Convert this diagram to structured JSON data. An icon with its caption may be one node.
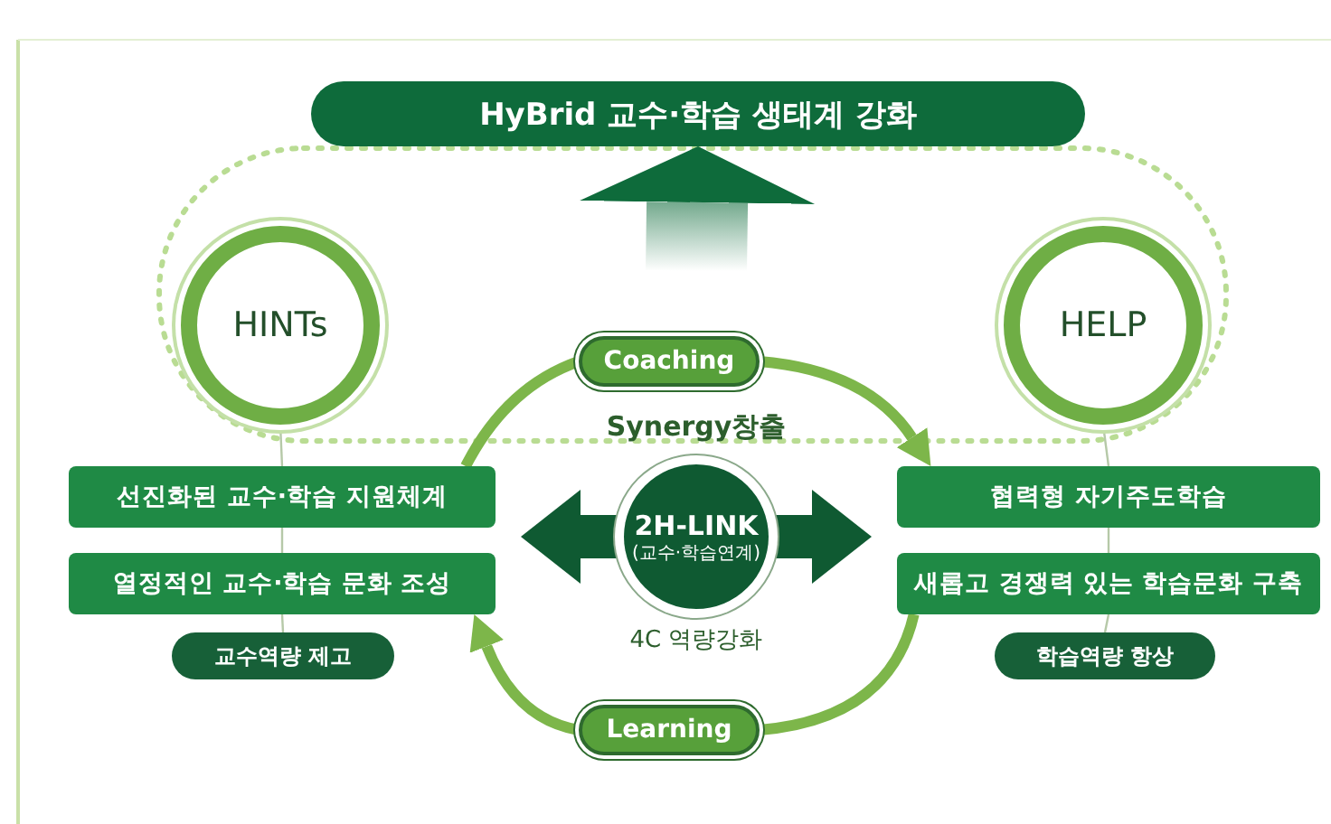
{
  "diagram": {
    "nodes": [
      {
        "text": [
          "HyBrid 교수·학습 생태계 강화"
        ]
      },
      {
        "text": [
          "HINTs"
        ]
      },
      {
        "text": [
          "HELP"
        ]
      },
      {
        "text": [
          "Coaching"
        ]
      },
      {
        "text": [
          "선진화된 교수·학습 지원체계"
        ]
      },
      {
        "text": [
          "열정적인 교수·학습 문화 조성"
        ]
      },
      {
        "text": [
          "교수역량 제고"
        ]
      },
      {
        "text": [
          "2H-LINK",
          "(교수·학습연계)"
        ],
        "beside": [
          "Synergy창출",
          "4C 역량강화"
        ]
      },
      {
        "text": [
          "협력형 자기주도학습"
        ]
      },
      {
        "text": [
          "새롭고 경쟁력 있는 학습문화 구축"
        ]
      },
      {
        "text": [
          "학습역량 항상"
        ]
      },
      {
        "text": [
          "Learning"
        ]
      }
    ],
    "edges": [
      {
        "from": 4,
        "to": 3,
        "arrow": "none",
        "style": "thick",
        "color": "#7db64a"
      },
      {
        "from": 3,
        "to": 8,
        "arrow": "to",
        "style": "thick",
        "color": "#7db64a"
      },
      {
        "from": 9,
        "to": 11,
        "arrow": "none",
        "style": "thick",
        "color": "#7db64a"
      },
      {
        "from": 11,
        "to": 5,
        "arrow": "to",
        "style": "thick",
        "color": "#7db64a"
      },
      {
        "from": 7,
        "to": null,
        "arrow": "to",
        "style": "thick",
        "color": "#0f5a32"
      },
      {
        "from": 7,
        "to": null,
        "arrow": "to",
        "style": "thick",
        "color": "#0f5a32"
      },
      {
        "from": null,
        "to": 0,
        "arrow": "to",
        "style": "thick",
        "color": "#0e6b3b"
      },
      {
        "from": 1,
        "to": 4,
        "arrow": "none"
      },
      {
        "from": 4,
        "to": 5,
        "arrow": "none"
      },
      {
        "from": 5,
        "to": 6,
        "arrow": "none"
      },
      {
        "from": 2,
        "to": 8,
        "arrow": "none"
      },
      {
        "from": 8,
        "to": 9,
        "arrow": "none"
      },
      {
        "from": 9,
        "to": 10,
        "arrow": "none"
      }
    ]
  }
}
